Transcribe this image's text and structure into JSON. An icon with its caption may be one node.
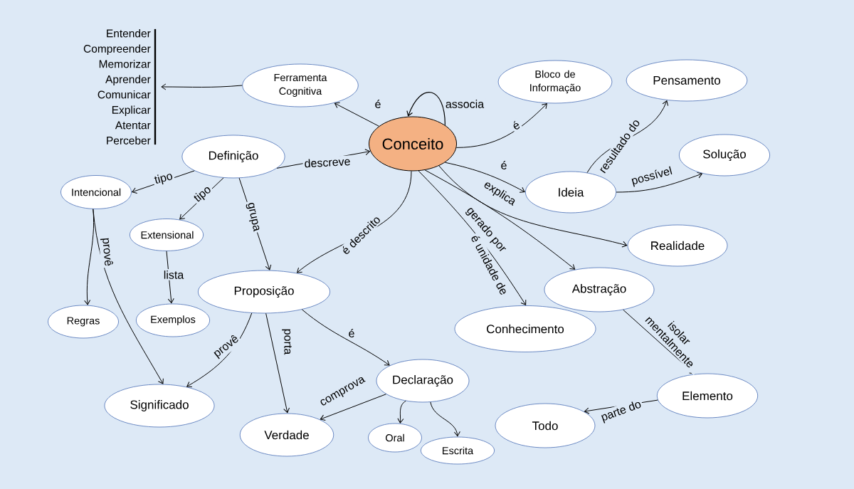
{
  "diagram": {
    "nodes": [
      {
        "text": [
          "Entender",
          "Compreender",
          "Memorizar",
          "Aprender",
          "Comunicar",
          "Explicar",
          "Atentar",
          "Perceber"
        ]
      },
      {
        "text": [
          "Conceito"
        ]
      },
      {
        "text": [
          "Ferramenta Cognitiva"
        ]
      },
      {
        "text": [
          "Bloco de Informação"
        ]
      },
      {
        "text": [
          "Pensamento"
        ]
      },
      {
        "text": [
          "Definição"
        ]
      },
      {
        "text": [
          "Solução"
        ]
      },
      {
        "text": [
          "Intencional"
        ]
      },
      {
        "text": [
          "Ideia"
        ]
      },
      {
        "text": [
          "Extensional"
        ]
      },
      {
        "text": [
          "Realidade"
        ]
      },
      {
        "text": [
          "Abstração"
        ]
      },
      {
        "text": [
          "Proposição"
        ]
      },
      {
        "text": [
          "Regras"
        ]
      },
      {
        "text": [
          "Exemplos"
        ]
      },
      {
        "text": [
          "Conhecimento"
        ]
      },
      {
        "text": [
          "Declaração"
        ]
      },
      {
        "text": [
          "Significado"
        ]
      },
      {
        "text": [
          "Elemento"
        ]
      },
      {
        "text": [
          "Verdade"
        ]
      },
      {
        "text": [
          "Todo"
        ]
      },
      {
        "text": [
          "Oral"
        ]
      },
      {
        "text": [
          "Escrita"
        ]
      }
    ],
    "edges": [
      {
        "from": 1,
        "to": 2,
        "arrow": "to",
        "label": "é"
      },
      {
        "from": 2,
        "to": 0,
        "arrow": "to"
      },
      {
        "from": 1,
        "to": 1,
        "arrow": "to",
        "label": "associa"
      },
      {
        "from": 1,
        "to": 3,
        "arrow": "to",
        "label": "é"
      },
      {
        "from": 5,
        "to": 1,
        "arrow": "to",
        "label": "descreve"
      },
      {
        "from": 1,
        "to": 8,
        "arrow": "to",
        "label": "é"
      },
      {
        "from": 8,
        "to": 4,
        "arrow": "to",
        "label": "resultado do"
      },
      {
        "from": 8,
        "to": 6,
        "arrow": "to",
        "label": "possível"
      },
      {
        "from": 1,
        "to": 10,
        "arrow": "to",
        "label": "explica"
      },
      {
        "from": 5,
        "to": 7,
        "arrow": "to",
        "label": "tipo"
      },
      {
        "from": 5,
        "to": 9,
        "arrow": "to",
        "label": "tipo"
      },
      {
        "from": 5,
        "to": 12,
        "arrow": "to",
        "label": "grupa"
      },
      {
        "from": 1,
        "to": 12,
        "arrow": "to",
        "label": "é descrito"
      },
      {
        "from": 1,
        "to": 11,
        "arrow": "to",
        "label": "gerado por"
      },
      {
        "from": 1,
        "to": 15,
        "arrow": "to",
        "label": "é unidade de"
      },
      {
        "from": 7,
        "to": 13,
        "arrow": "to",
        "label": "provê"
      },
      {
        "from": 7,
        "to": 17,
        "arrow": "to"
      },
      {
        "from": 9,
        "to": 14,
        "arrow": "to",
        "label": "lista"
      },
      {
        "from": 12,
        "to": 17,
        "arrow": "to",
        "label": "provê"
      },
      {
        "from": 12,
        "to": 19,
        "arrow": "to",
        "label": "porta"
      },
      {
        "from": 12,
        "to": 16,
        "arrow": "to",
        "label": "é"
      },
      {
        "from": 16,
        "to": 19,
        "arrow": "to",
        "label": "comprova"
      },
      {
        "from": 16,
        "to": 21,
        "arrow": "to"
      },
      {
        "from": 16,
        "to": 22,
        "arrow": "to"
      },
      {
        "from": 11,
        "to": 18,
        "arrow": "to",
        "label": "isolar mentalmente"
      },
      {
        "from": 18,
        "to": 20,
        "arrow": "to",
        "label": "parte do"
      }
    ]
  }
}
